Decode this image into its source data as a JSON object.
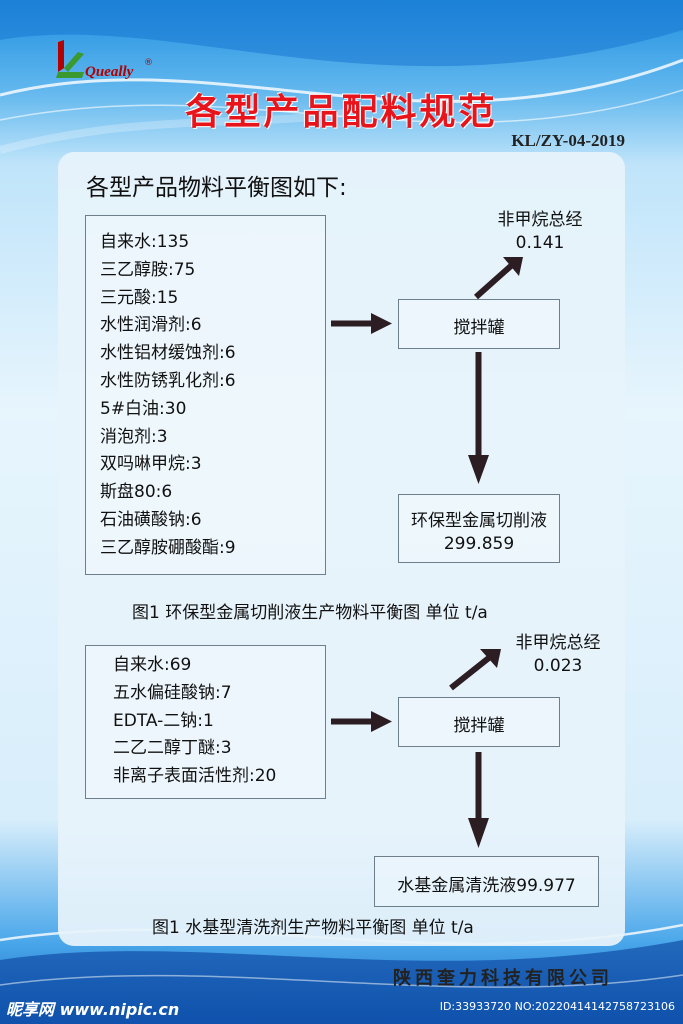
{
  "header": {
    "brand": "Queally",
    "brand_reg": "®",
    "title": "各型产品配料规范",
    "doc_code": "KL/ZY-04-2019"
  },
  "intro": "各型产品物料平衡图如下:",
  "diagram1": {
    "inputs": [
      "自来水:135",
      "三乙醇胺:75",
      "三元酸:15",
      "水性润滑剂:6",
      "水性铝材缓蚀剂:6",
      "水性防锈乳化剂:6",
      "5#白油:30",
      "消泡剂:3",
      "双吗啉甲烷:3",
      "斯盘80:6",
      "石油磺酸钠:6",
      "三乙醇胺硼酸酯:9"
    ],
    "process": "搅拌罐",
    "emission_label": "非甲烷总经",
    "emission_value": "0.141",
    "product_label": "环保型金属切削液",
    "product_value": "299.859",
    "caption": "图1  环保型金属切削液生产物料平衡图  单位  t/a"
  },
  "diagram2": {
    "inputs": [
      "自来水:69",
      "五水偏硅酸钠:7",
      "EDTA-二钠:1",
      "二乙二醇丁醚:3",
      "非离子表面活性剂:20"
    ],
    "process": "搅拌罐",
    "emission_label": "非甲烷总经",
    "emission_value": "0.023",
    "product_label": "水基金属清洗液99.977",
    "caption": "图1  水基型清洗剂生产物料平衡图  单位  t/a"
  },
  "footer": {
    "company": "陕西奎力科技有限公司",
    "watermark_left": "昵享网 www.nipic.cn",
    "watermark_right": "ID:33933720 NO:20220414142758723106"
  },
  "colors": {
    "title": "#e8141c",
    "arrow": "#2b1d22",
    "logo_green": "#3a9a2f",
    "logo_red": "#b30000"
  }
}
